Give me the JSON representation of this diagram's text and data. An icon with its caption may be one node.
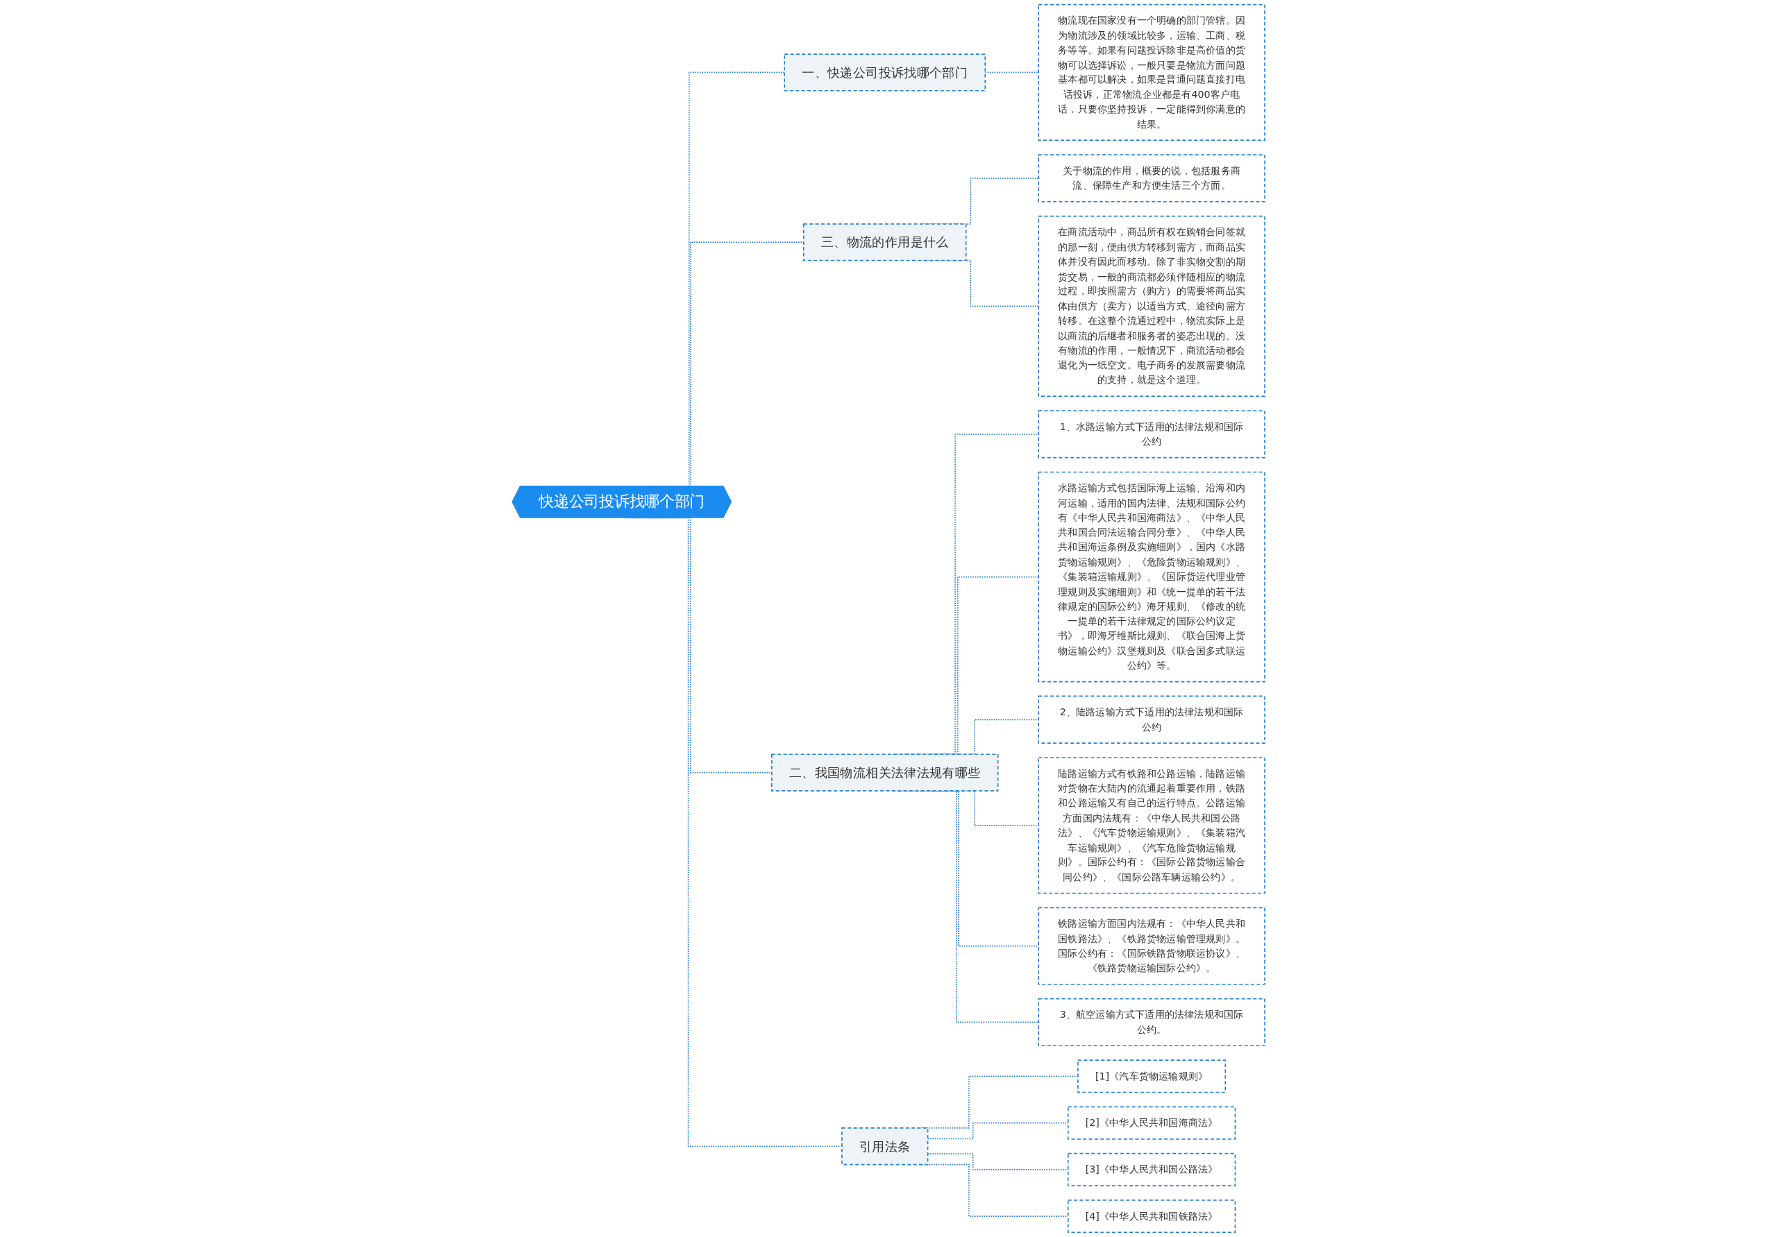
{
  "diagram": {
    "nodes": [
      {
        "text": [
          "快递公司投诉找哪个部门"
        ]
      },
      {
        "text": [
          "一、快递公司投诉找哪个部门"
        ]
      },
      {
        "text": [
          "物流现在国家没有一个明确的部门管辖。因为物流涉及的领域比较多，运输、工商、税务等等。如果有问题投诉除非是高价值的货物可以选择诉讼，一般只要是物流方面问题基本都可以解决，如果是普通问题直接打电话投诉，正常物流企业都是有400客户电话，只要你坚持投诉，一定能得到你满意的结果。"
        ]
      },
      {
        "text": [
          "三、物流的作用是什么"
        ]
      },
      {
        "text": [
          "关于物流的作用，概要的说，包括服务商流、保障生产和方便生活三个方面。"
        ]
      },
      {
        "text": [
          "在商流活动中，商品所有权在购销合同签就的那一刻，便由供方转移到需方，而商品实体并没有因此而移动。除了非实物交割的期货交易，一般的商流都必须伴随相应的物流过程，即按照需方（购方）的需要将商品实体由供方（卖方）以适当方式、途径向需方转移。在这整个流通过程中，物流实际上是以商流的后继者和服务者的姿态出现的。没有物流的作用，一般情况下，商流活动都会退化为一纸空文。电子商务的发展需要物流的支持，就是这个道理。"
        ]
      },
      {
        "text": [
          "二、我国物流相关法律法规有哪些"
        ]
      },
      {
        "text": [
          "1、水路运输方式下适用的法律法规和国际公约"
        ]
      },
      {
        "text": [
          "水路运输方式包括国际海上运输、沿海和内河运输，适用的国内法律、法规和国际公约有《中华人民共和国海商法》、《中华人民共和国合同法运输合同分章》、《中华人民共和国海运条例及实施细则》，国内《水路货物运输规则》、《危险货物运输规则》、《集装箱运输规则》、《国际货运代理业管理规则及实施细则》和《统一提单的若干法律规定的国际公约》海牙规则、《修改的统一提单的若干法律规定的国际公约议定书》，即海牙维斯比规则、《联合国海上货物运输公约》汉堡规则及《联合国多式联运公约》等。"
        ]
      },
      {
        "text": [
          "2、陆路运输方式下适用的法律法规和国际公约"
        ]
      },
      {
        "text": [
          "陆路运输方式有铁路和公路运输，陆路运输对货物在大陆内的流通起着重要作用，铁路和公路运输又有自己的运行特点。公路运输方面国内法规有：《中华人民共和国公路法》、《汽车货物运输规则》、《集装箱汽车运输规则》、《汽车危险货物运输规则》。国际公约有：《国际公路货物运输合同公约》、《国际公路车辆运输公约》。"
        ]
      },
      {
        "text": [
          "铁路运输方面国内法规有：《中华人民共和国铁路法》、《铁路货物运输管理规则》。国际公约有：《国际铁路货物联运协议》、《铁路货物运输国际公约》。"
        ]
      },
      {
        "text": [
          "3、航空运输方式下适用的法律法规和国际公约。"
        ]
      },
      {
        "text": [
          "引用法条"
        ]
      },
      {
        "text": [
          "[1]《汽车货物运输规则》"
        ]
      },
      {
        "text": [
          "[2]《中华人民共和国海商法》"
        ]
      },
      {
        "text": [
          "[3]《中华人民共和国公路法》"
        ]
      },
      {
        "text": [
          "[4]《中华人民共和国铁路法》"
        ]
      }
    ],
    "edges": [
      {
        "from": 0,
        "to": 1,
        "arrow": "none",
        "style": "dashed"
      },
      {
        "from": 1,
        "to": 2,
        "arrow": "none",
        "style": "dashed"
      },
      {
        "from": 0,
        "to": 3,
        "arrow": "none",
        "style": "dashed"
      },
      {
        "from": 3,
        "to": 4,
        "arrow": "none",
        "style": "dashed"
      },
      {
        "from": 3,
        "to": 5,
        "arrow": "none",
        "style": "dashed"
      },
      {
        "from": 0,
        "to": 6,
        "arrow": "none",
        "style": "dashed"
      },
      {
        "from": 6,
        "to": 7,
        "arrow": "none",
        "style": "dashed"
      },
      {
        "from": 6,
        "to": 8,
        "arrow": "none",
        "style": "dashed"
      },
      {
        "from": 6,
        "to": 9,
        "arrow": "none",
        "style": "dashed"
      },
      {
        "from": 6,
        "to": 10,
        "arrow": "none",
        "style": "dashed"
      },
      {
        "from": 6,
        "to": 11,
        "arrow": "none",
        "style": "dashed"
      },
      {
        "from": 6,
        "to": 12,
        "arrow": "none",
        "style": "dashed"
      },
      {
        "from": 0,
        "to": 13,
        "arrow": "none",
        "style": "dashed"
      },
      {
        "from": 13,
        "to": 14,
        "arrow": "none",
        "style": "dashed"
      },
      {
        "from": 13,
        "to": 15,
        "arrow": "none",
        "style": "dashed"
      },
      {
        "from": 13,
        "to": 16,
        "arrow": "none",
        "style": "dashed"
      },
      {
        "from": 13,
        "to": 17,
        "arrow": "none",
        "style": "dashed"
      }
    ]
  }
}
